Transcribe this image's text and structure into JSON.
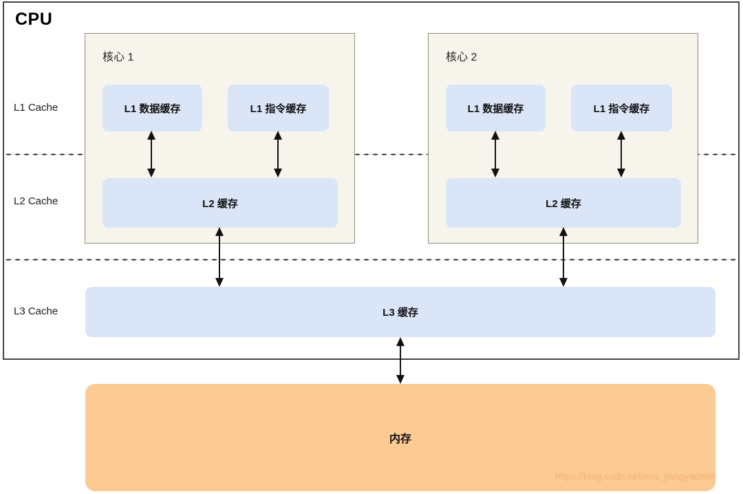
{
  "diagram": {
    "title": "CPU",
    "tiers": [
      {
        "id": "l1",
        "label": "L1 Cache"
      },
      {
        "id": "l2",
        "label": "L2 Cache"
      },
      {
        "id": "l3",
        "label": "L3 Cache"
      }
    ],
    "cores": [
      {
        "caption": "核心 1",
        "l1_data": "L1 数据缓存",
        "l1_instruction": "L1 指令缓存",
        "l2": "L2 缓存"
      },
      {
        "caption": "核心 2",
        "l1_data": "L1 数据缓存",
        "l1_instruction": "L1 指令缓存",
        "l2": "L2 缓存"
      }
    ],
    "l3_cache": "L3 缓存",
    "memory": "内存",
    "watermark": "https://blog.csdn.net/mis_jiangyaomin",
    "colors": {
      "cache_fill": "#dbe5f8",
      "core_fill": "#f7f4ec",
      "core_border": "#8c8c82",
      "memory_fill": "#fcca93",
      "frame_border": "#444444",
      "arrow": "#111111",
      "watermark": "#f3b173"
    }
  }
}
